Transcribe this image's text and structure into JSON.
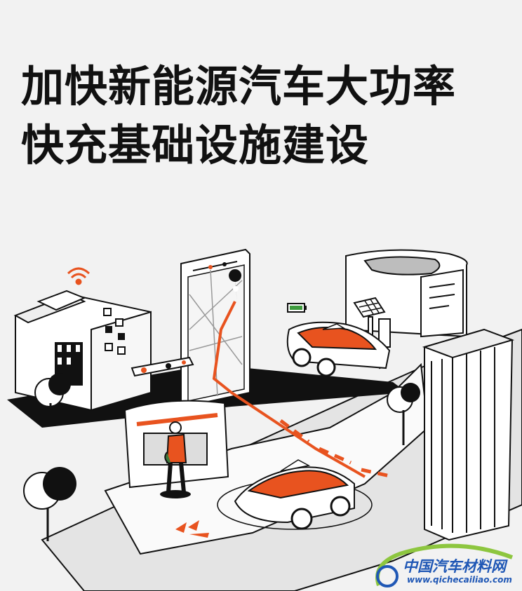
{
  "headline": {
    "line1": "加快新能源汽车大功率",
    "line2": "快充基础设施建设"
  },
  "watermark": {
    "name": "中国汽车材料网",
    "url": "www.qichecailiao.com"
  },
  "colors": {
    "background": "#f2f2f2",
    "accent": "#e8531f",
    "ink": "#111111",
    "watermark": "#1f57b5",
    "watermark_swoosh": "#8dc63f",
    "battery": "#3c9a3c"
  },
  "icons": [
    "wifi-icon",
    "map-pin-icon",
    "battery-icon",
    "solar-panel-icon",
    "tree-icon",
    "route-arrows-icon"
  ]
}
